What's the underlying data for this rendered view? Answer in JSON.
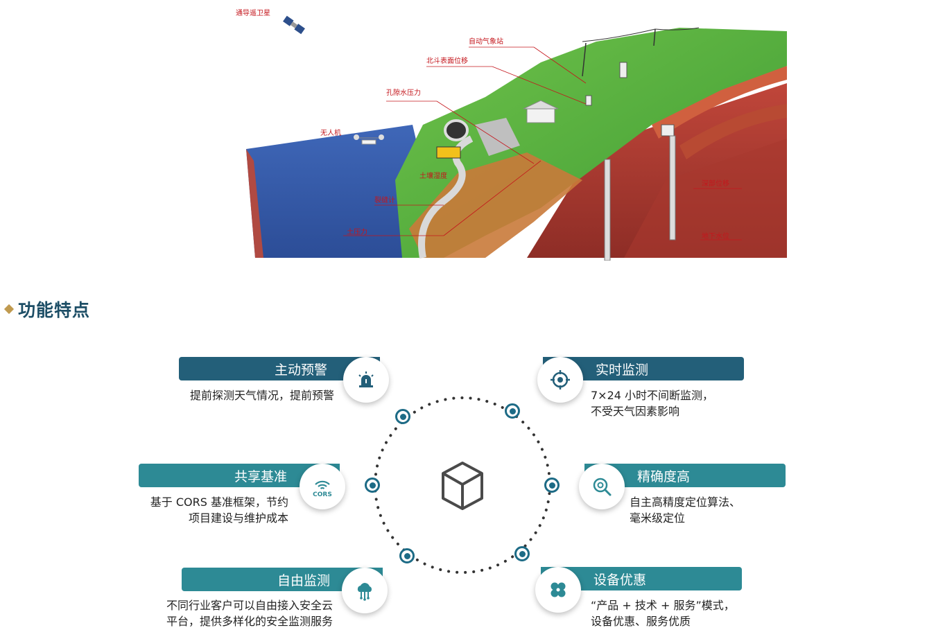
{
  "illustration": {
    "labels": {
      "satellite": "通导遥卫星",
      "weather_station": "自动气象站",
      "beidou": "北斗表面位移",
      "pore_water": "孔隙水压力",
      "drone": "无人机",
      "soil_moisture": "土壤湿度",
      "crack": "裂缝计",
      "soil_pressure": "土压力",
      "deep_disp": "深部位移",
      "groundwater": "地下水位"
    }
  },
  "section": {
    "title": "功能特点"
  },
  "features": [
    {
      "title": "主动预警",
      "icon": "alarm-light-icon",
      "lines": [
        "提前探测天气情况，提前预警"
      ]
    },
    {
      "title": "实时监测",
      "icon": "crosshair-icon",
      "lines": [
        "7×24 小时不间断监测，",
        "不受天气因素影响"
      ]
    },
    {
      "title": "共享基准",
      "icon": "cors-signal-icon",
      "icon_text": "CORS",
      "lines": [
        "基于 CORS 基准框架，节约",
        "项目建设与维护成本"
      ]
    },
    {
      "title": "精确度高",
      "icon": "magnifier-target-icon",
      "lines": [
        "自主高精度定位算法、",
        "毫米级定位"
      ]
    },
    {
      "title": "自由监测",
      "icon": "cloud-network-icon",
      "lines": [
        "不同行业客户可以自由接入安全云",
        "平台，提供多样化的安全监测服务"
      ]
    },
    {
      "title": "设备优惠",
      "icon": "clover-icon",
      "lines": [
        "“产品 + 技术 + 服务”模式，",
        "设备优惠、服务优质"
      ]
    }
  ],
  "center_icon": "cube-icon",
  "colors": {
    "dark": "#235f79",
    "teal": "#2d8a95",
    "accent": "#c09a4f",
    "label_red": "#c4161c"
  }
}
